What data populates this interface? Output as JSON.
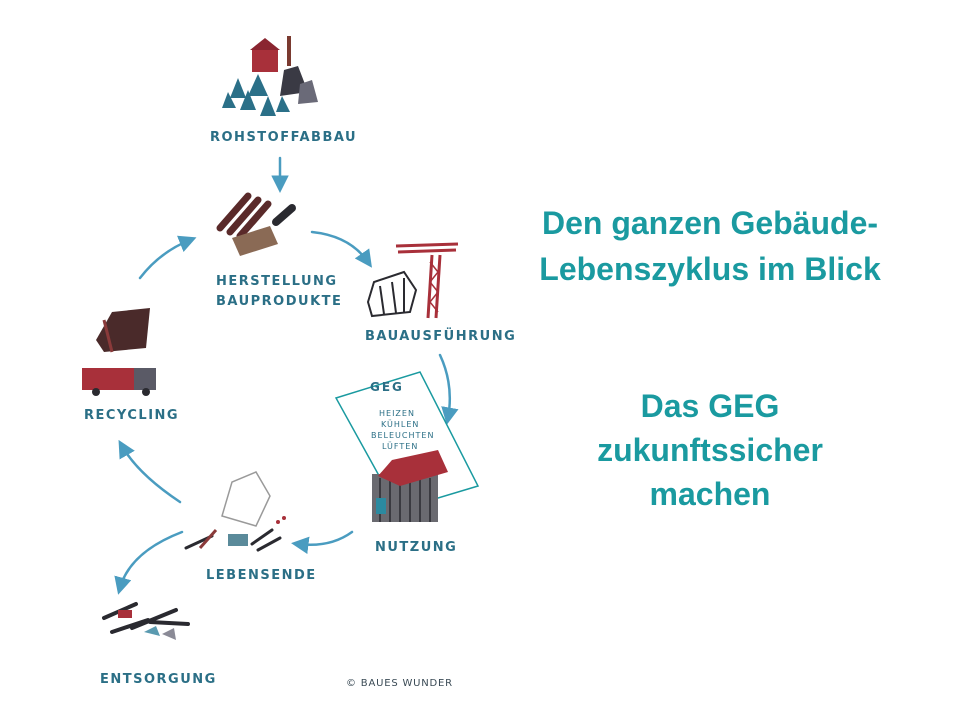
{
  "headline": {
    "line1": "Den ganzen Gebäude-",
    "line2": "Lebenszyklus im Blick"
  },
  "subheadline": {
    "line1": "Das GEG",
    "line2": "zukunftssicher",
    "line3": "machen"
  },
  "stages": {
    "rohstoffabbau": "ROHSTOFFABBAU",
    "herstellung_line1": "HERSTELLUNG",
    "herstellung_line2": "BAUPRODUKTE",
    "bauausfuehrung": "BAUAUSFÜHRUNG",
    "nutzung": "NUTZUNG",
    "lebensende": "LEBENSENDE",
    "recycling": "RECYCLING",
    "entsorgung": "ENTSORGUNG"
  },
  "geg_card": {
    "title": "GEG",
    "items": [
      "HEIZEN",
      "KÜHLEN",
      "BELEUCHTEN",
      "LÜFTEN"
    ]
  },
  "copyright": "© BAUES WUNDER",
  "colors": {
    "headline": "#1a9aa0",
    "label": "#2b6f86",
    "arrow": "#4a9cc0",
    "house_red": "#a8303a"
  }
}
